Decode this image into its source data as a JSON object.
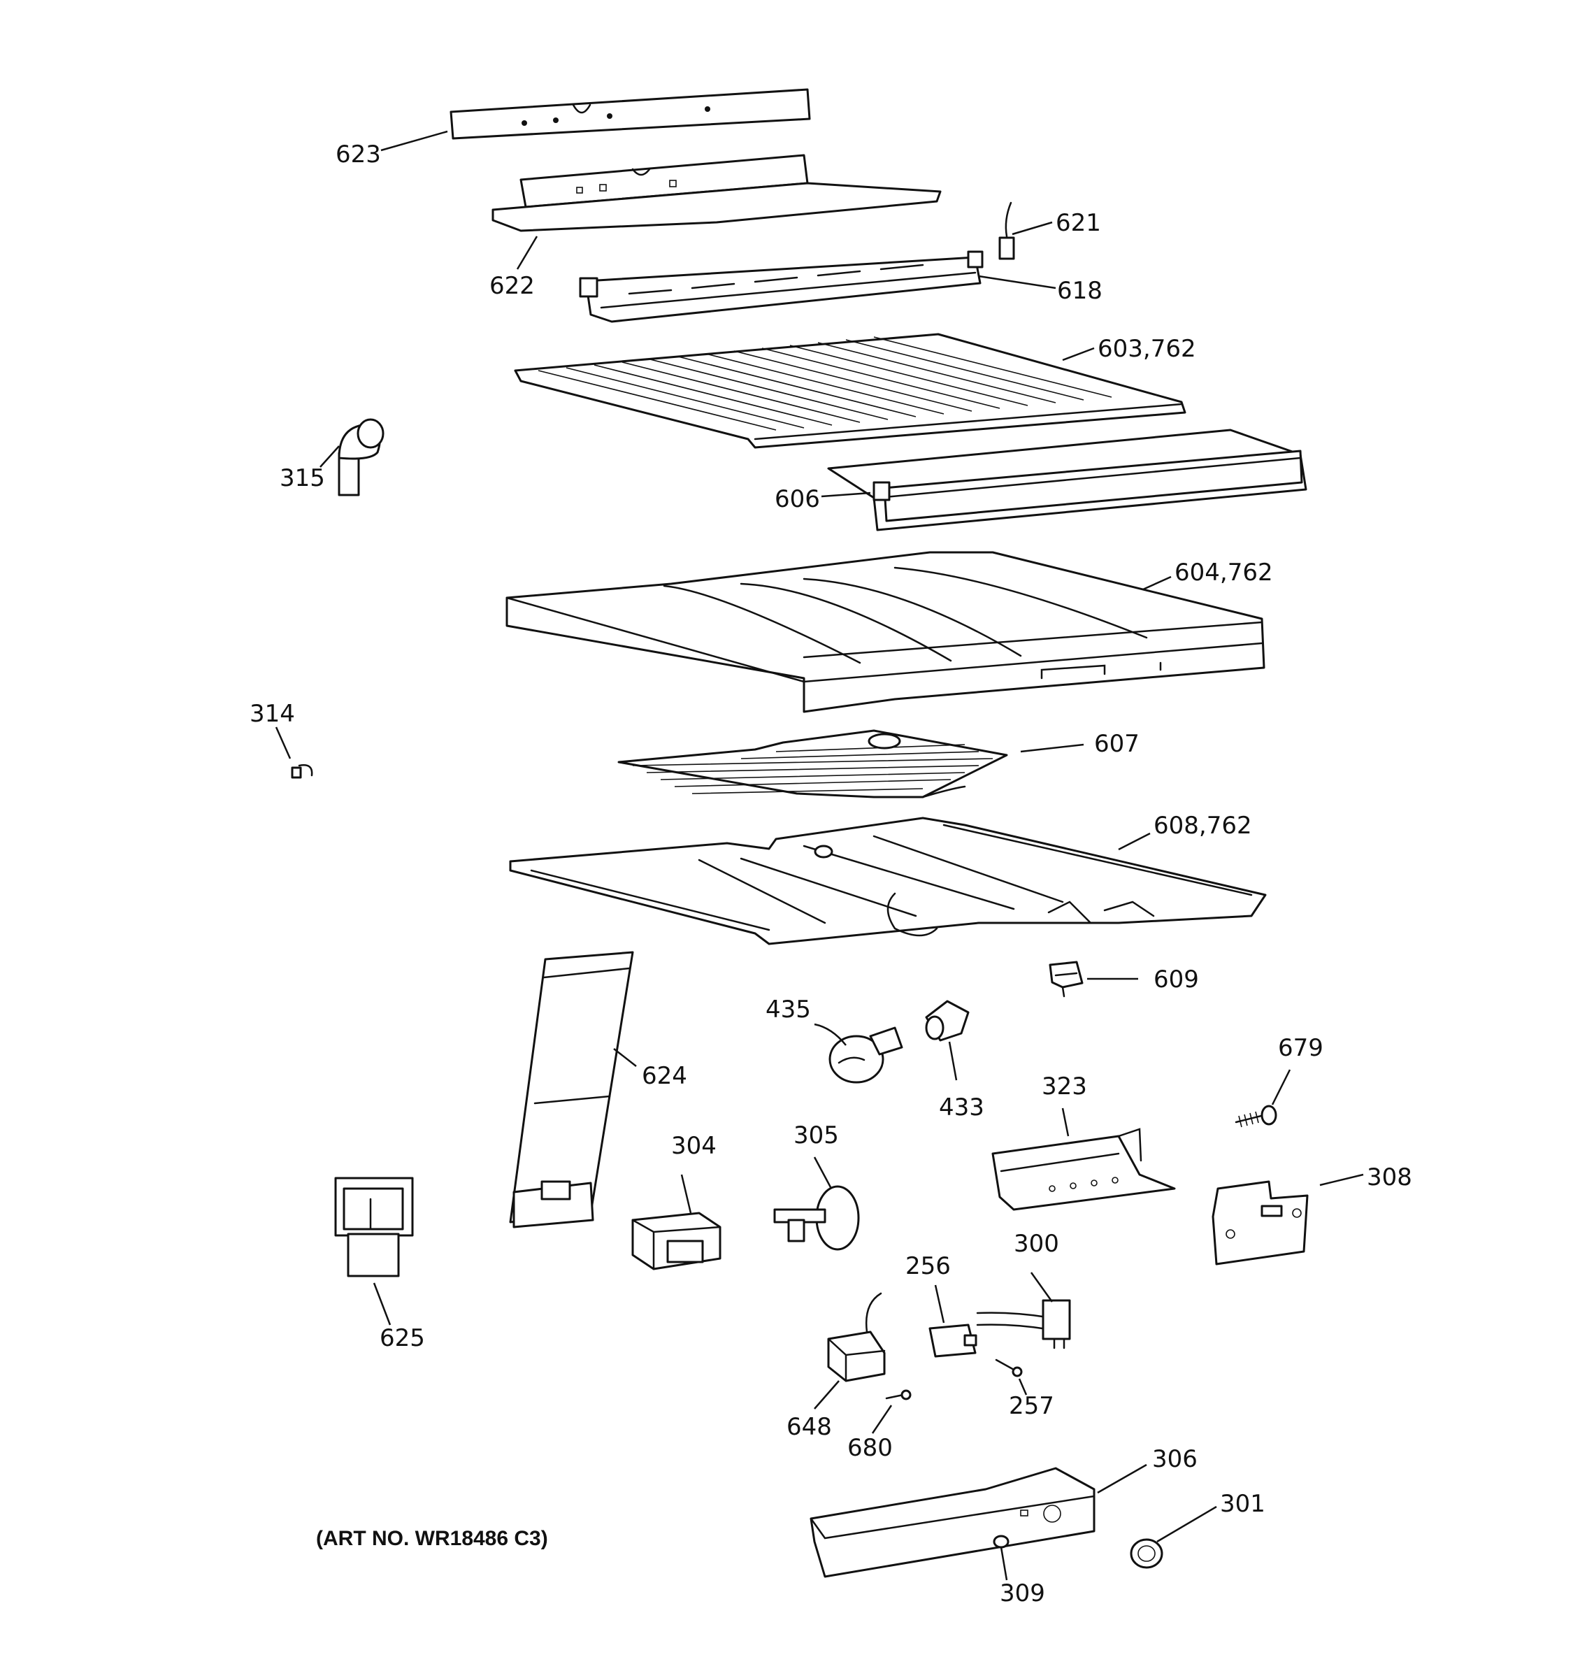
{
  "art_number": "(ART NO. WR18486 C3)",
  "callouts": [
    {
      "id": "623",
      "label": "623"
    },
    {
      "id": "622",
      "label": "622"
    },
    {
      "id": "621",
      "label": "621"
    },
    {
      "id": "618",
      "label": "618"
    },
    {
      "id": "603",
      "label": "603,762"
    },
    {
      "id": "606",
      "label": "606"
    },
    {
      "id": "315",
      "label": "315"
    },
    {
      "id": "604",
      "label": "604,762"
    },
    {
      "id": "314",
      "label": "314"
    },
    {
      "id": "607",
      "label": "607"
    },
    {
      "id": "608",
      "label": "608,762"
    },
    {
      "id": "609",
      "label": "609"
    },
    {
      "id": "435",
      "label": "435"
    },
    {
      "id": "624",
      "label": "624"
    },
    {
      "id": "433",
      "label": "433"
    },
    {
      "id": "679",
      "label": "679"
    },
    {
      "id": "323",
      "label": "323"
    },
    {
      "id": "304",
      "label": "304"
    },
    {
      "id": "305",
      "label": "305"
    },
    {
      "id": "308",
      "label": "308"
    },
    {
      "id": "300",
      "label": "300"
    },
    {
      "id": "256",
      "label": "256"
    },
    {
      "id": "625",
      "label": "625"
    },
    {
      "id": "257",
      "label": "257"
    },
    {
      "id": "648",
      "label": "648"
    },
    {
      "id": "680",
      "label": "680"
    },
    {
      "id": "306",
      "label": "306"
    },
    {
      "id": "301",
      "label": "301"
    },
    {
      "id": "309",
      "label": "309"
    }
  ]
}
